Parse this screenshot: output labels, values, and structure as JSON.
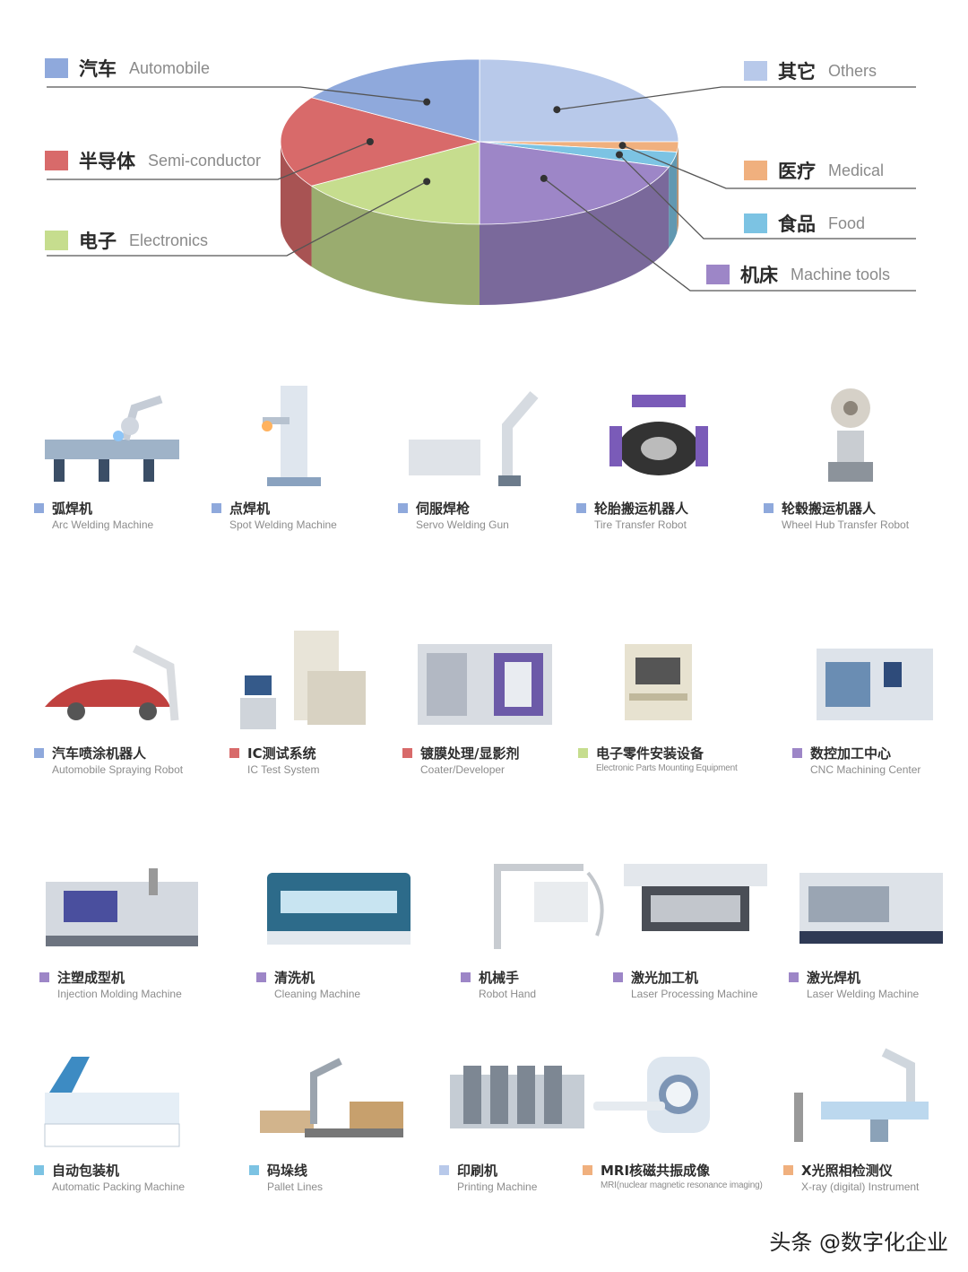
{
  "colors": {
    "automobile": "#8fa9dc",
    "others": "#b8c9ea",
    "medical": "#f0b07e",
    "food": "#7cc3e3",
    "machine_tools": "#9d86c7",
    "electronics": "#c6dd8e",
    "semiconductor": "#d86a6a"
  },
  "chart_data": {
    "type": "pie",
    "title": "",
    "slices": [
      {
        "key": "others",
        "zh": "其它",
        "en": "Others",
        "value": 25
      },
      {
        "key": "medical",
        "zh": "医疗",
        "en": "Medical",
        "value": 2
      },
      {
        "key": "food",
        "zh": "食品",
        "en": "Food",
        "value": 3
      },
      {
        "key": "machine_tools",
        "zh": "机床",
        "en": "Machine tools",
        "value": 20
      },
      {
        "key": "electronics",
        "zh": "电子",
        "en": "Electronics",
        "value": 16
      },
      {
        "key": "semiconductor",
        "zh": "半导体",
        "en": "Semi-conductor",
        "value": 18
      },
      {
        "key": "automobile",
        "zh": "汽车",
        "en": "Automobile",
        "value": 16
      }
    ]
  },
  "legend": {
    "automobile": {
      "zh": "汽车",
      "en": "Automobile"
    },
    "semiconductor": {
      "zh": "半导体",
      "en": "Semi-conductor"
    },
    "electronics": {
      "zh": "电子",
      "en": "Electronics"
    },
    "others": {
      "zh": "其它",
      "en": "Others"
    },
    "medical": {
      "zh": "医疗",
      "en": "Medical"
    },
    "food": {
      "zh": "食品",
      "en": "Food"
    },
    "machine_tools": {
      "zh": "机床",
      "en": "Machine tools"
    }
  },
  "products": [
    {
      "zh": "弧焊机",
      "en": "Arc Welding Machine",
      "category": "automobile",
      "icon": "arc-welding-robot-icon"
    },
    {
      "zh": "点焊机",
      "en": "Spot Welding Machine",
      "category": "automobile",
      "icon": "spot-welder-icon"
    },
    {
      "zh": "伺服焊枪",
      "en": "Servo Welding Gun",
      "category": "automobile",
      "icon": "servo-welding-gun-icon"
    },
    {
      "zh": "轮胎搬运机器人",
      "en": "Tire Transfer Robot",
      "category": "automobile",
      "icon": "tire-robot-icon"
    },
    {
      "zh": "轮毂搬运机器人",
      "en": "Wheel Hub Transfer Robot",
      "category": "automobile",
      "icon": "wheel-hub-robot-icon"
    },
    {
      "zh": "汽车喷涂机器人",
      "en": "Automobile Spraying Robot",
      "category": "automobile",
      "icon": "spraying-robot-icon"
    },
    {
      "zh": "IC测试系统",
      "en": "IC Test System",
      "category": "semiconductor",
      "icon": "ic-tester-icon"
    },
    {
      "zh": "镀膜处理/显影剂",
      "en": "Coater/Developer",
      "category": "semiconductor",
      "icon": "coater-icon"
    },
    {
      "zh": "电子零件安装设备",
      "en": "Electronic Parts Mounting Equipment",
      "category": "electronics",
      "icon": "mounter-icon"
    },
    {
      "zh": "数控加工中心",
      "en": "CNC Machining Center",
      "category": "machine_tools",
      "icon": "cnc-center-icon"
    },
    {
      "zh": "注塑成型机",
      "en": "Injection Molding Machine",
      "category": "machine_tools",
      "icon": "injection-molding-icon"
    },
    {
      "zh": "清洗机",
      "en": "Cleaning Machine",
      "category": "machine_tools",
      "icon": "cleaning-machine-icon"
    },
    {
      "zh": "机械手",
      "en": "Robot Hand",
      "category": "machine_tools",
      "icon": "robot-hand-icon"
    },
    {
      "zh": "激光加工机",
      "en": "Laser Processing Machine",
      "category": "machine_tools",
      "icon": "laser-processing-icon"
    },
    {
      "zh": "激光焊机",
      "en": "Laser Welding Machine",
      "category": "machine_tools",
      "icon": "laser-welder-icon"
    },
    {
      "zh": "自动包装机",
      "en": "Automatic Packing Machine",
      "category": "food",
      "icon": "packing-machine-icon"
    },
    {
      "zh": "码垛线",
      "en": "Pallet Lines",
      "category": "food",
      "icon": "palletizing-icon"
    },
    {
      "zh": "印刷机",
      "en": "Printing Machine",
      "category": "others",
      "icon": "printing-machine-icon"
    },
    {
      "zh": "MRI核磁共振成像",
      "en": "MRI(nuclear magnetic resonance imaging)",
      "category": "medical",
      "icon": "mri-scanner-icon"
    },
    {
      "zh": "X光照相检测仪",
      "en": "X-ray (digital) Instrument",
      "category": "medical",
      "icon": "xray-instrument-icon"
    }
  ],
  "watermark": "头条 @数字化企业"
}
